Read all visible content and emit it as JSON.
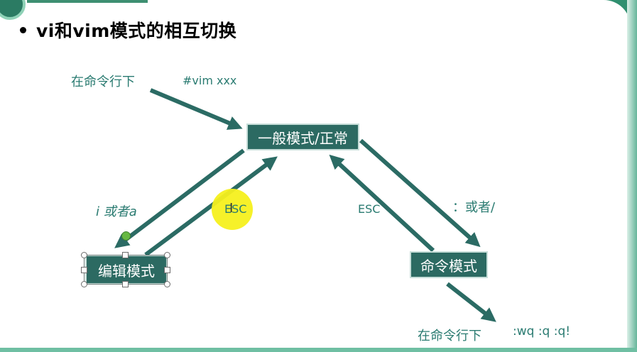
{
  "title": "vi和vim模式的相互切换",
  "labels": {
    "top_left": "在命令行下",
    "top_cmd": "#vim  xxx",
    "left_keys": "i 或者a",
    "mid_esc": "ESC",
    "right_esc": "ESC",
    "right_keys": "：或者/",
    "bottom_left": "在命令行下",
    "bottom_cmds": ":wq  :q   :q!"
  },
  "nodes": {
    "normal": "一般模式/正常",
    "edit": "编辑模式",
    "command": "命令模式"
  },
  "colors": {
    "arrow": "#2b6b64",
    "node_bg": "#2c6a62",
    "label_text": "#2a7b71",
    "highlight": "#f6ef1e"
  }
}
